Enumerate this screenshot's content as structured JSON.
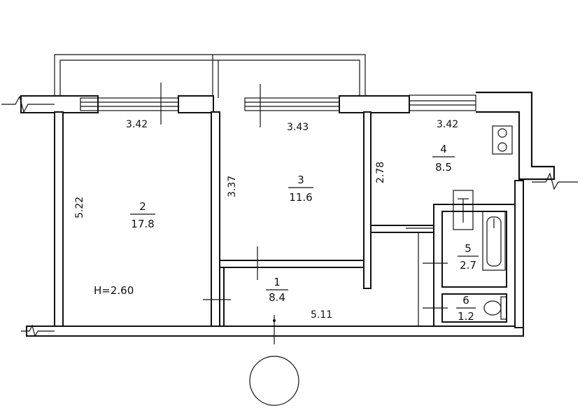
{
  "rooms": [
    {
      "id": "1",
      "number": "1",
      "area": "8.4"
    },
    {
      "id": "2",
      "number": "2",
      "area": "17.8"
    },
    {
      "id": "3",
      "number": "3",
      "area": "11.6"
    },
    {
      "id": "4",
      "number": "4",
      "area": "8.5"
    },
    {
      "id": "5",
      "number": "5",
      "area": "2.7"
    },
    {
      "id": "6",
      "number": "6",
      "area": "1.2"
    }
  ],
  "dimensions": {
    "room2_width": "3.42",
    "room3_width": "3.43",
    "room4_width": "3.42",
    "room2_depth": "5.22",
    "room3_depth": "3.37",
    "room4_depth": "2.78",
    "corridor_length": "5.11"
  },
  "ceiling_height": "H=2.60"
}
